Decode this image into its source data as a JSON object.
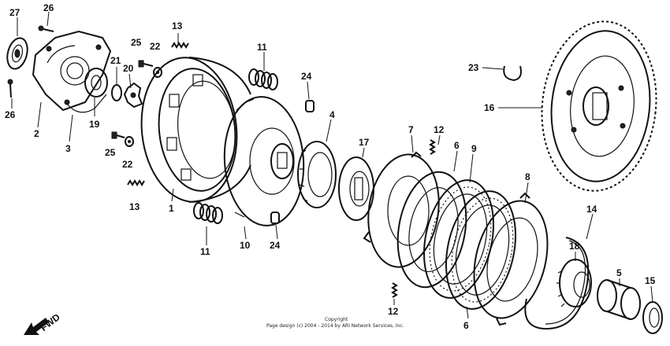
{
  "parts": [
    {
      "id": "p27",
      "label": "27"
    },
    {
      "id": "p26a",
      "label": "26"
    },
    {
      "id": "p26b",
      "label": "26"
    },
    {
      "id": "p2",
      "label": "2"
    },
    {
      "id": "p3",
      "label": "3"
    },
    {
      "id": "p19",
      "label": "19"
    },
    {
      "id": "p21",
      "label": "21"
    },
    {
      "id": "p20",
      "label": "20"
    },
    {
      "id": "p25a",
      "label": "25"
    },
    {
      "id": "p22a",
      "label": "22"
    },
    {
      "id": "p13a",
      "label": "13"
    },
    {
      "id": "p25b",
      "label": "25"
    },
    {
      "id": "p22b",
      "label": "22"
    },
    {
      "id": "p13b",
      "label": "13"
    },
    {
      "id": "p1",
      "label": "1"
    },
    {
      "id": "p11a",
      "label": "11"
    },
    {
      "id": "p11b",
      "label": "11"
    },
    {
      "id": "p24a",
      "label": "24"
    },
    {
      "id": "p24b",
      "label": "24"
    },
    {
      "id": "p10",
      "label": "10"
    },
    {
      "id": "p4",
      "label": "4"
    },
    {
      "id": "p17",
      "label": "17"
    },
    {
      "id": "p7",
      "label": "7"
    },
    {
      "id": "p12a",
      "label": "12"
    },
    {
      "id": "p12b",
      "label": "12"
    },
    {
      "id": "p6a",
      "label": "6"
    },
    {
      "id": "p6b",
      "label": "6"
    },
    {
      "id": "p9",
      "label": "9"
    },
    {
      "id": "p8",
      "label": "8"
    },
    {
      "id": "p14",
      "label": "14"
    },
    {
      "id": "p18",
      "label": "18"
    },
    {
      "id": "p5",
      "label": "5"
    },
    {
      "id": "p15",
      "label": "15"
    },
    {
      "id": "p23",
      "label": "23"
    },
    {
      "id": "p16",
      "label": "16"
    }
  ],
  "fwd_label": "FWD",
  "copyright": {
    "line1": "Copyright",
    "line2": "Page design (c) 2004 - 2014 by ARI Network Services, Inc."
  }
}
